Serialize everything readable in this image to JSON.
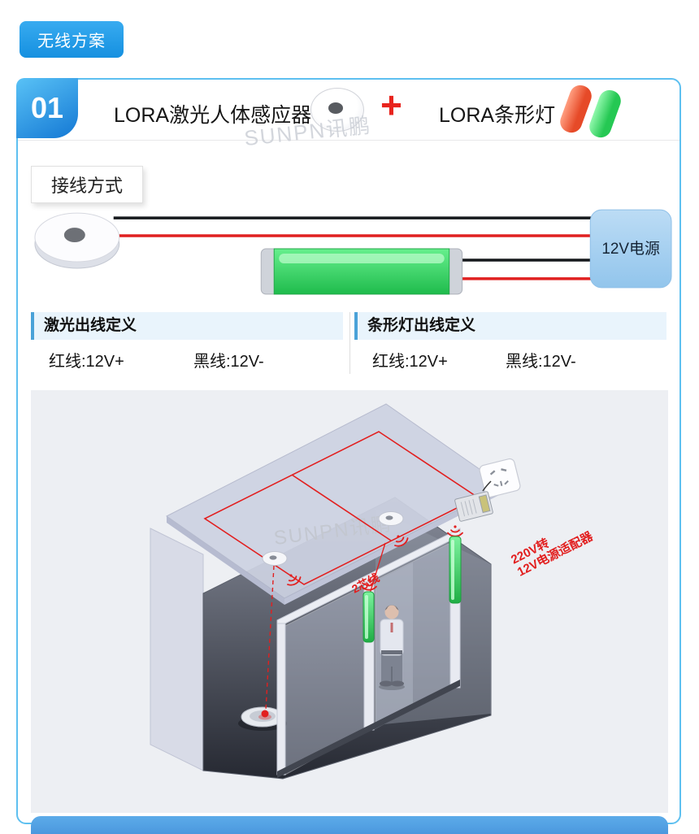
{
  "header": {
    "tag": "无线方案",
    "number": "01",
    "product_left": "LORA激光人体感应器",
    "plus": "+",
    "product_right": "LORA条形灯"
  },
  "watermark": "SUNPN讯鹏",
  "wiring": {
    "label": "接线方式",
    "power_box": "12V电源"
  },
  "definitions": {
    "left": {
      "title": "激光出线定义",
      "red": "红线:12V+",
      "black": "黑线:12V-"
    },
    "right": {
      "title": "条形灯出线定义",
      "red": "红线:12V+",
      "black": "黑线:12V-"
    }
  },
  "illustration": {
    "watermark": "SUNPN讯鹏",
    "adapter_label_1": "220V转",
    "adapter_label_2": "12V电源适配器",
    "wire_label": "2芯线"
  },
  "colors": {
    "accent_blue": "#1f9de8",
    "card_border": "#5ec0f0",
    "wire_red": "#e02020",
    "wire_black": "#15181c",
    "bar_green": "#2ecc5e",
    "power_box_blue": "#a9d2f0"
  }
}
